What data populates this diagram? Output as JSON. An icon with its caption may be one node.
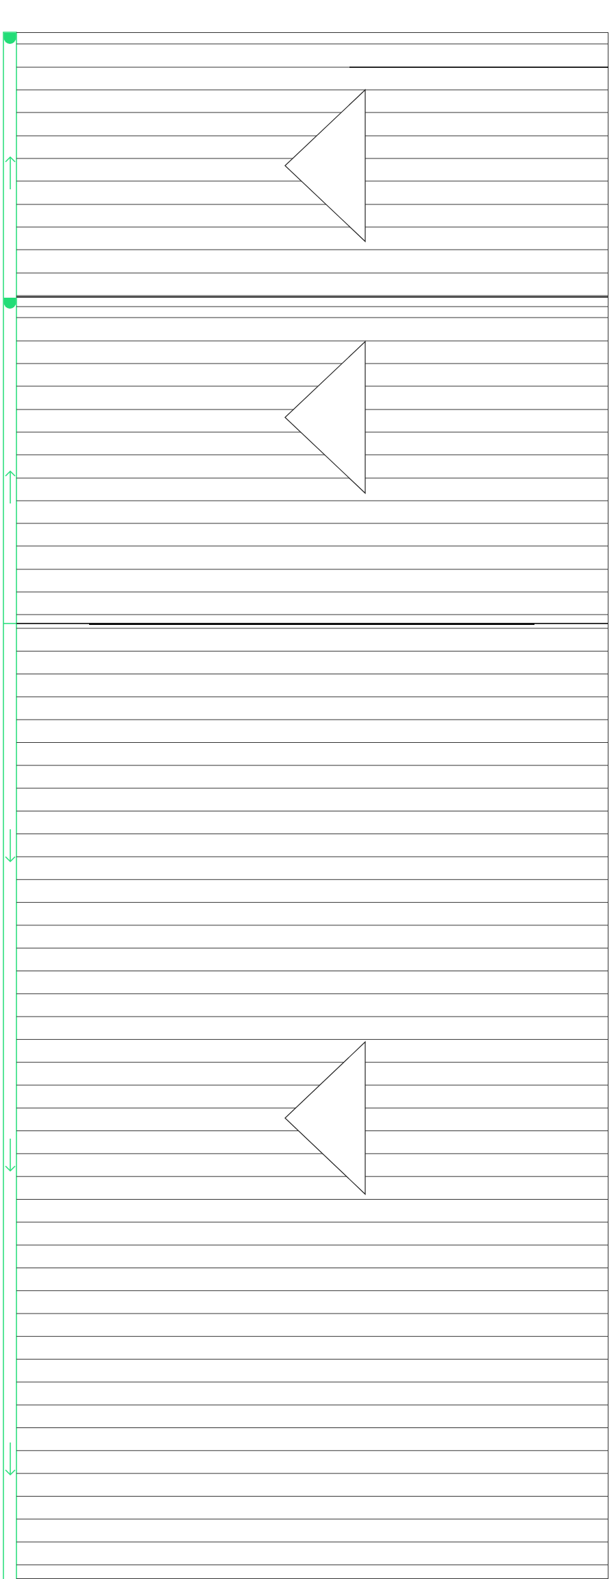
{
  "diagram": {
    "nodes": [
      {
        "text": [],
        "shape": "box"
      },
      {
        "text": [],
        "shape": "triangle",
        "in": 0
      },
      {
        "text": [],
        "shape": "box"
      },
      {
        "text": [],
        "shape": "triangle",
        "in": 2
      },
      {
        "text": [],
        "shape": "box"
      },
      {
        "text": [],
        "shape": "triangle",
        "in": 4
      }
    ]
  }
}
